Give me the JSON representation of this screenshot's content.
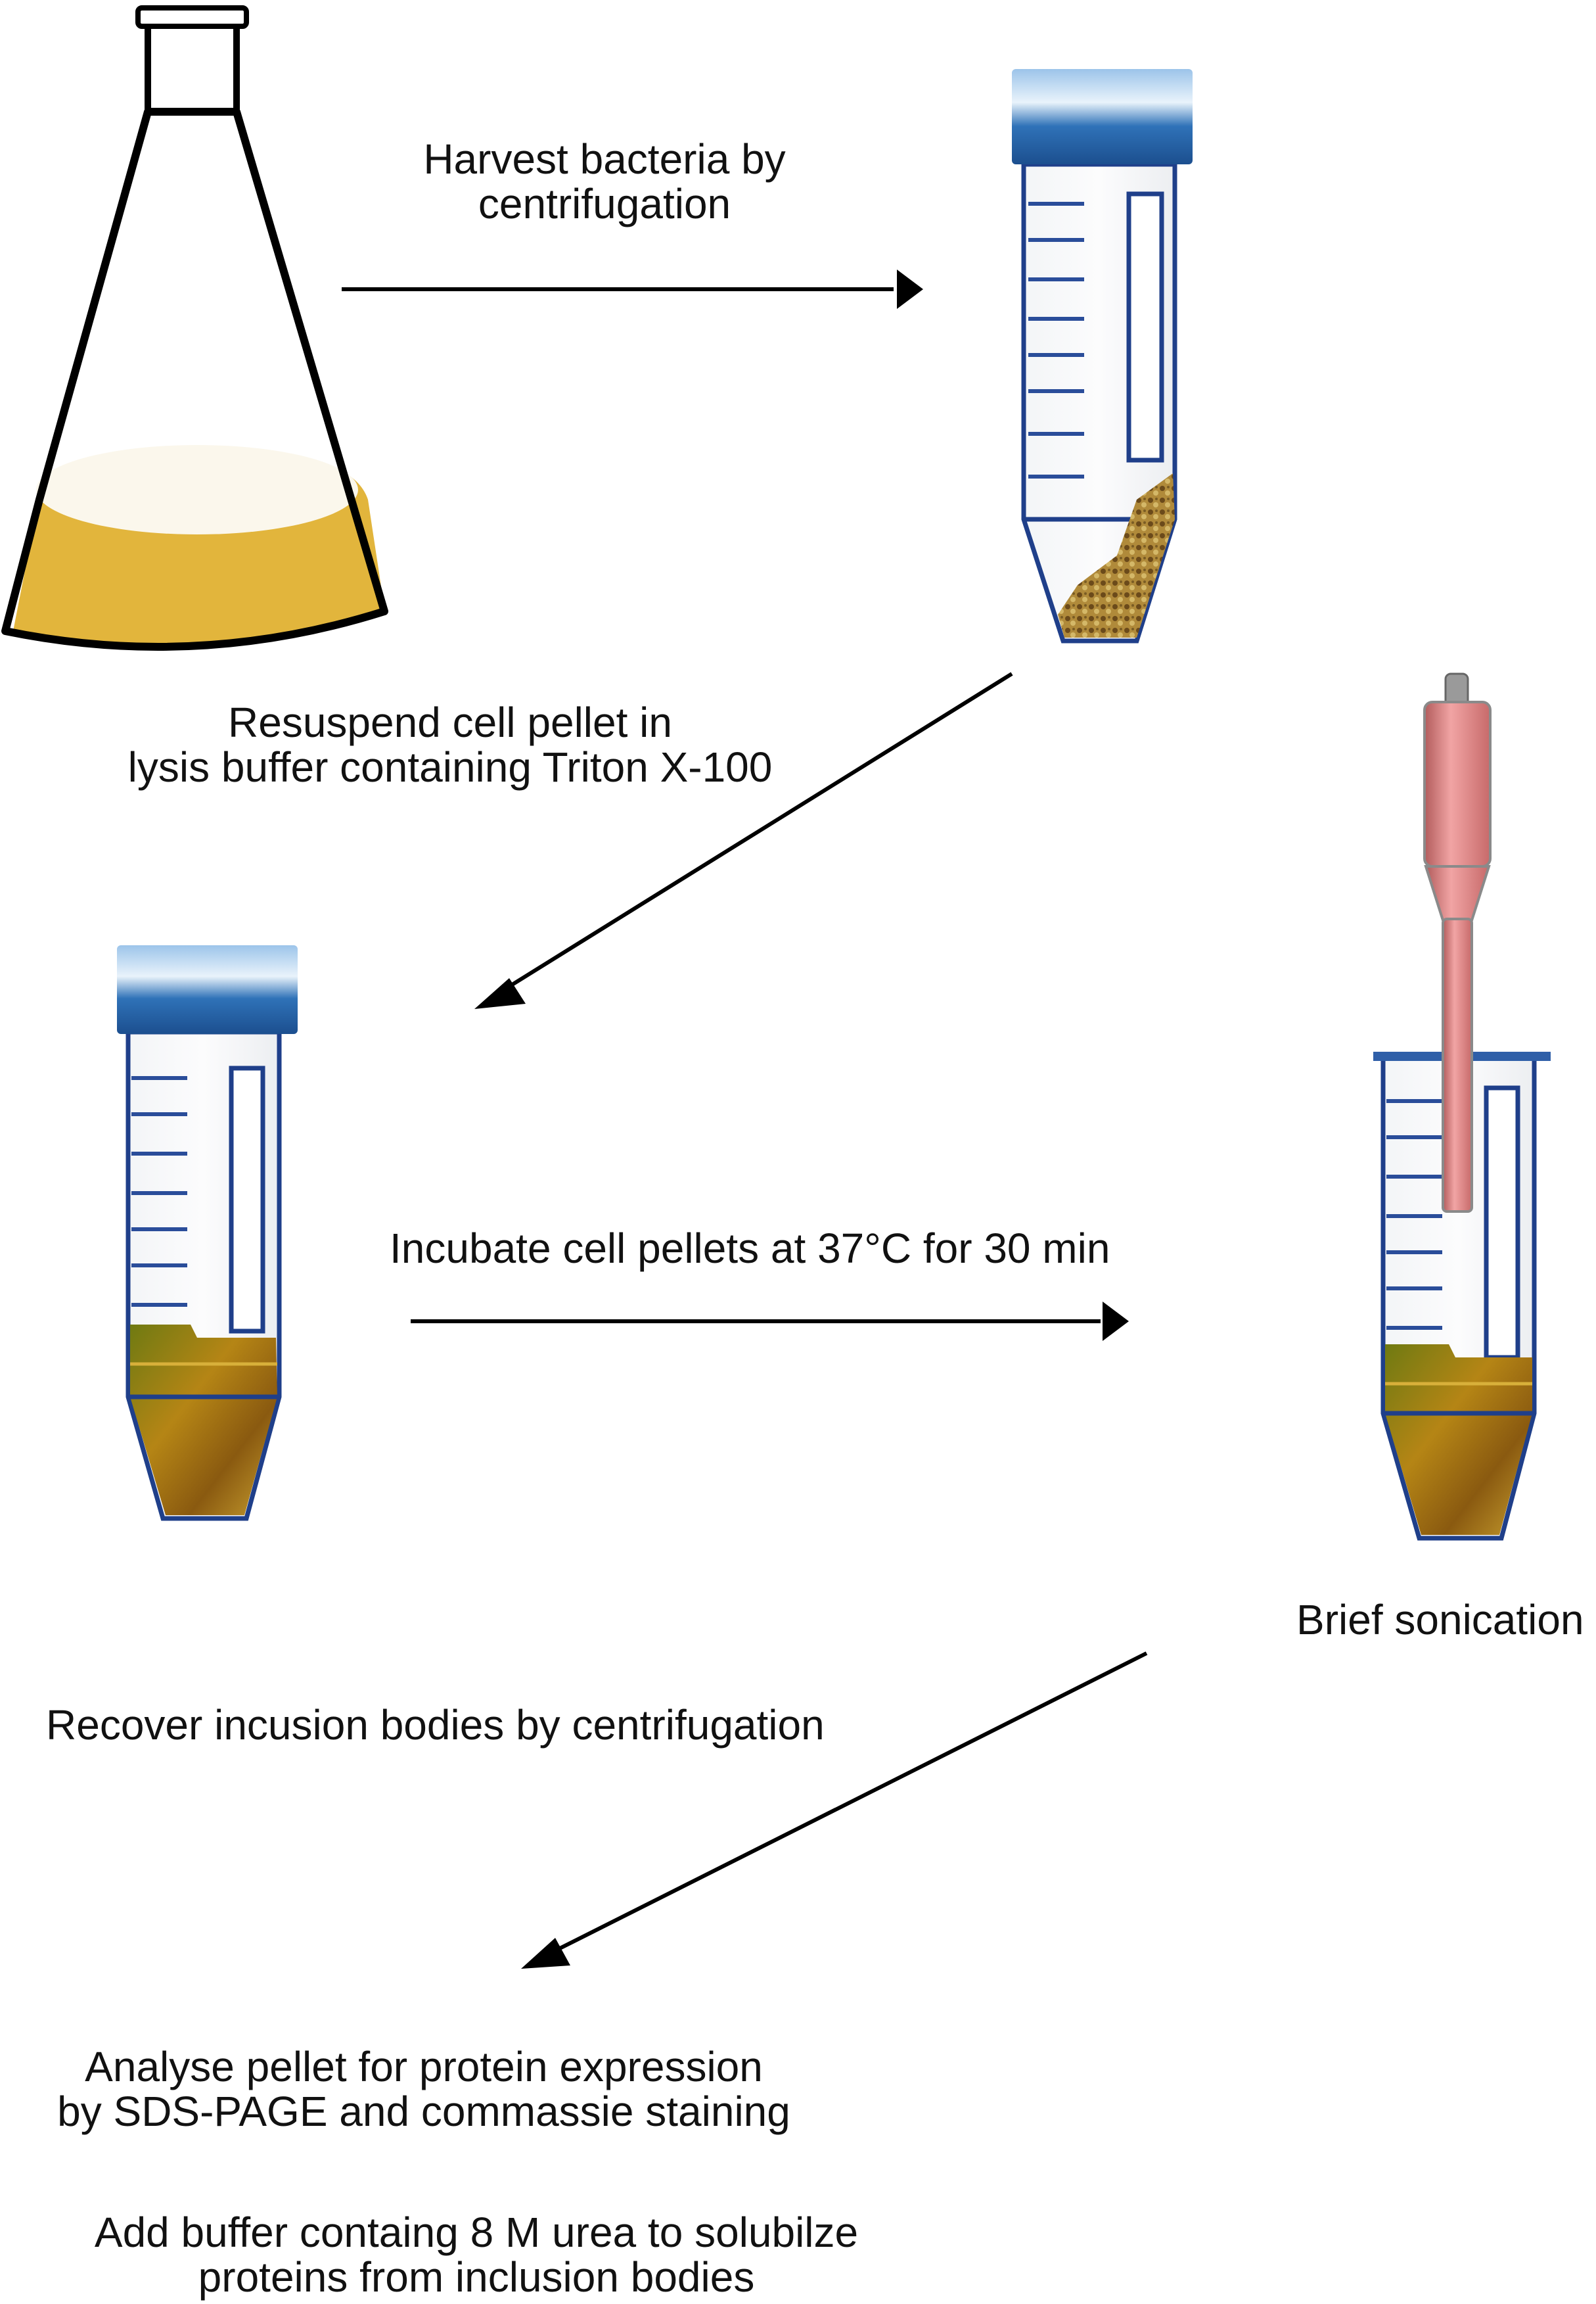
{
  "steps": {
    "harvest": {
      "line1": "Harvest  bacteria by",
      "line2": "centrifugation"
    },
    "resuspend": {
      "line1": "Resuspend cell pellet  in",
      "line2": "lysis buffer containing Triton X-100"
    },
    "incubate": {
      "line1": "Incubate cell pellets at 37°C for 30 min"
    },
    "sonicate": {
      "line1": "Brief sonication"
    },
    "recover": {
      "line1": "Recover incusion bodies by centrifugation"
    },
    "analyse": {
      "line1": "Analyse pellet for protein expression",
      "line2": "by SDS-PAGE and commassie staining"
    },
    "urea": {
      "line1": "Add buffer containg 8 M urea to solubilze",
      "line2": "proteins from inclusion bodies"
    }
  },
  "colors": {
    "culture": "#e2b53c",
    "cap": "#2a66ad",
    "tube_outline": "#1f3f8a",
    "pellet": "#8a6a1e",
    "lysate": "#a07812",
    "probe": "#e07f7f",
    "arrow": "#000000"
  }
}
